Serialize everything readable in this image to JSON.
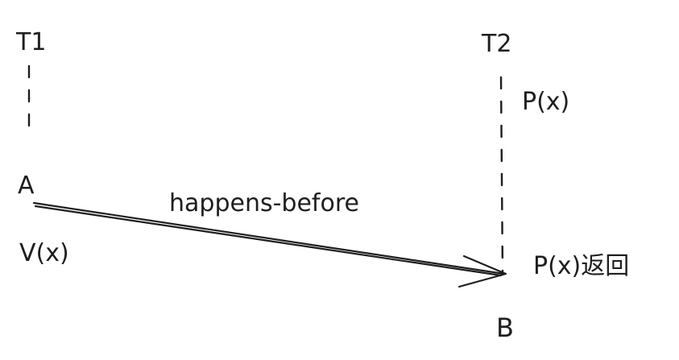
{
  "threads": {
    "t1": "T1",
    "t2": "T2"
  },
  "events": {
    "a": "A",
    "b": "B",
    "v_x": "V(x)",
    "p_x": "P(x)",
    "p_x_return": "P(x)返回"
  },
  "relation": {
    "label": "happens-before"
  }
}
